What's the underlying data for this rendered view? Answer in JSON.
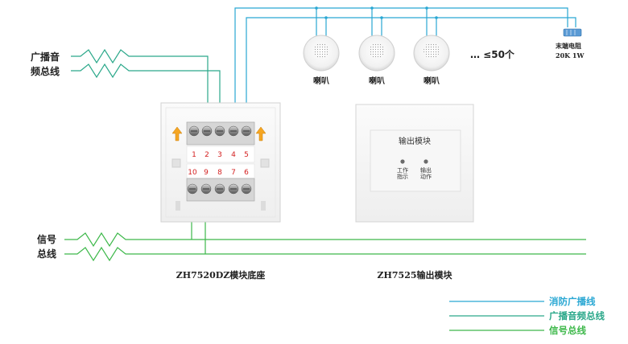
{
  "colors": {
    "fire_broadcast_line": "#29a7d3",
    "audio_bus_line": "#2ba88a",
    "signal_bus_line": "#3db84a",
    "terminal_number": "#d42020",
    "arrow_fill": "#f5a623"
  },
  "audio_bus_label": [
    "广播音",
    "频总线"
  ],
  "signal_bus_label": [
    "信号",
    "总线"
  ],
  "speakers": [
    {
      "label": "喇叭"
    },
    {
      "label": "喇叭"
    },
    {
      "label": "喇叭"
    }
  ],
  "speaker_limit": "… ≤50个",
  "terminal_resistor": {
    "title": "末端电阻",
    "spec": "20K 1W"
  },
  "base": {
    "caption": "ZH7520DZ模块底座",
    "top_terminals": [
      "1",
      "2",
      "3",
      "4",
      "5"
    ],
    "bottom_terminals": [
      "10",
      "9",
      "8",
      "7",
      "6"
    ]
  },
  "module": {
    "caption": "ZH7525输出模块",
    "title": "输出模块",
    "led_work": [
      "工作",
      "指示"
    ],
    "led_output": [
      "输出",
      "动作"
    ]
  },
  "legend": [
    {
      "label": "消防广播线",
      "color": "#29a7d3"
    },
    {
      "label": "广播音频总线",
      "color": "#2ba88a"
    },
    {
      "label": "信号总线",
      "color": "#3db84a"
    }
  ]
}
